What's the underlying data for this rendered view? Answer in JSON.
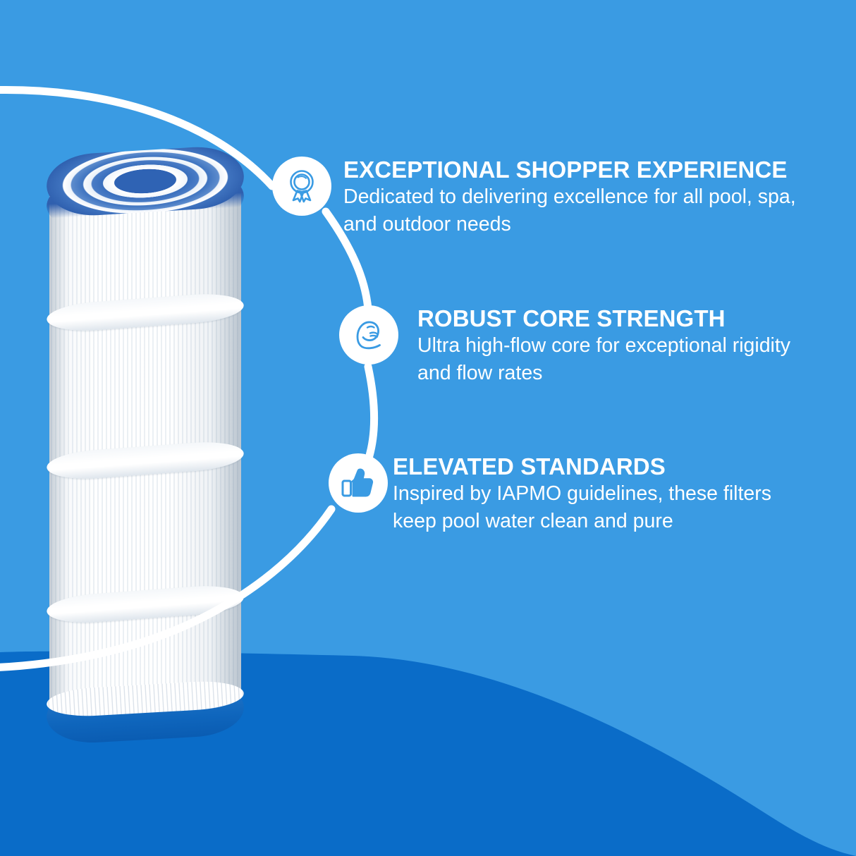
{
  "colors": {
    "background": "#3a9be3",
    "wave": "#0a6cc8",
    "text": "#ffffff",
    "icon_stroke": "#3a9be3",
    "circle_fill": "#ffffff",
    "cap_blue": "#2f5fae"
  },
  "product": {
    "name": "pool-filter-cartridge",
    "description": "Pleated white pool filter cartridge with blue end caps"
  },
  "features": [
    {
      "icon": "award-ribbon-icon",
      "title": "EXCEPTIONAL SHOPPER EXPERIENCE",
      "body_line_1": "Dedicated to delivering excellence for all pool, spa,",
      "body_line_2": "and outdoor needs"
    },
    {
      "icon": "flexed-bicep-icon",
      "title": "ROBUST CORE STRENGTH",
      "body_line_1": "Ultra high-flow core for exceptional rigidity",
      "body_line_2": "and flow rates"
    },
    {
      "icon": "thumbs-up-icon",
      "title": "ELEVATED STANDARDS",
      "body_line_1": "Inspired by IAPMO guidelines, these filters",
      "body_line_2": "keep pool water clean and pure"
    }
  ]
}
